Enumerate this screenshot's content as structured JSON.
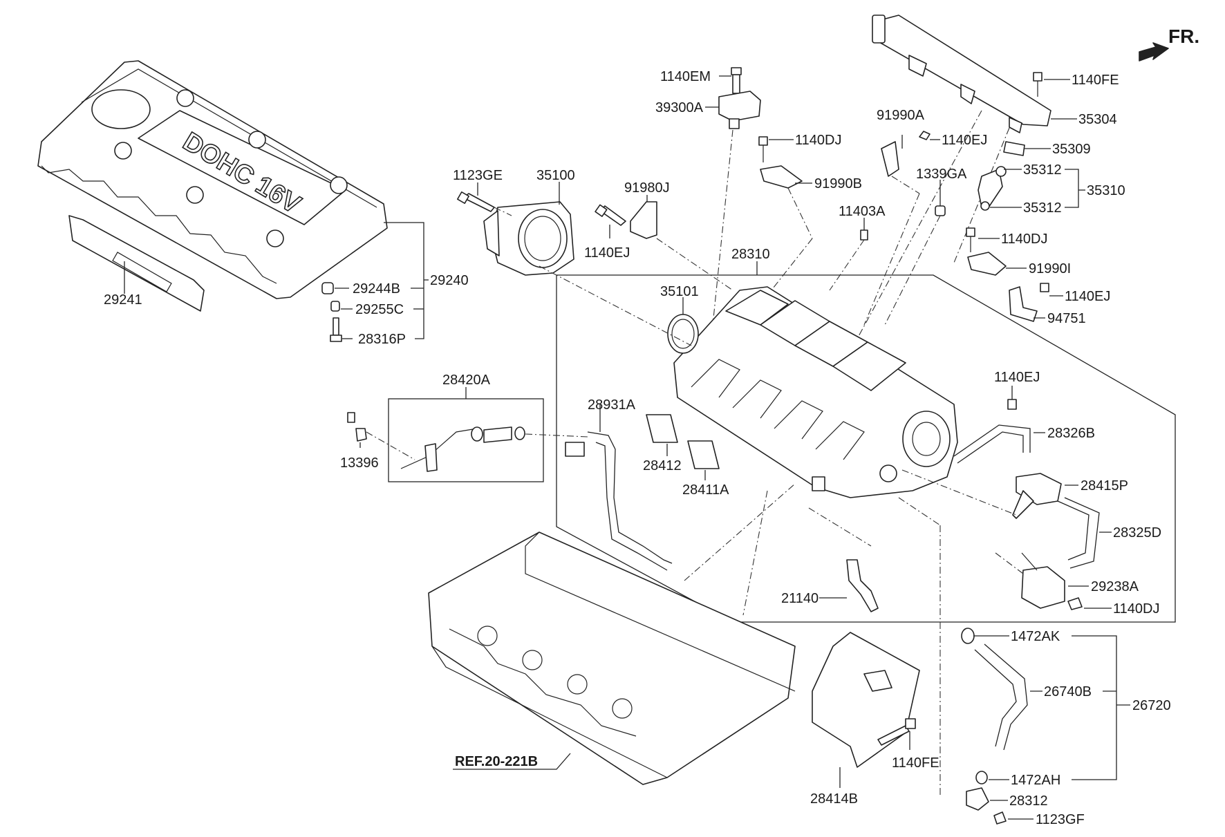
{
  "labels": {
    "fr": "FR.",
    "ref": "REF.20-221B",
    "emblem": "DOHC 16V",
    "p1140EM": "1140EM",
    "p39300A": "39300A",
    "p1140FE_top": "1140FE",
    "p35304": "35304",
    "p91990A": "91990A",
    "p1140EJ_a": "1140EJ",
    "p35309": "35309",
    "p1140DJ_a": "1140DJ",
    "p91990B": "91990B",
    "p1339GA": "1339GA",
    "p35312_a": "35312",
    "p35310": "35310",
    "p35312_b": "35312",
    "p1123GE": "1123GE",
    "p35100": "35100",
    "p91980J": "91980J",
    "p11403A": "11403A",
    "p1140DJ_b": "1140DJ",
    "p1140EJ_b": "1140EJ",
    "p28310": "28310",
    "p91990I": "91990I",
    "p35101": "35101",
    "p1140EJ_c": "1140EJ",
    "p94751": "94751",
    "p29244B": "29244B",
    "p29240": "29240",
    "p29241": "29241",
    "p29255C": "29255C",
    "p28316P": "28316P",
    "p28420A": "28420A",
    "p1140EJ_d": "1140EJ",
    "p28931A": "28931A",
    "p28326B": "28326B",
    "p13396": "13396",
    "p28412": "28412",
    "p28411A": "28411A",
    "p28415P": "28415P",
    "p28325D": "28325D",
    "p29238A": "29238A",
    "p21140": "21140",
    "p1140DJ_c": "1140DJ",
    "p1472AK": "1472AK",
    "p26740B": "26740B",
    "p26720": "26720",
    "p1140FE_bot": "1140FE",
    "p1472AH": "1472AH",
    "p28414B": "28414B",
    "p28312": "28312",
    "p1123GF": "1123GF"
  },
  "colors": {
    "ink": "#222222",
    "background": "#ffffff"
  }
}
